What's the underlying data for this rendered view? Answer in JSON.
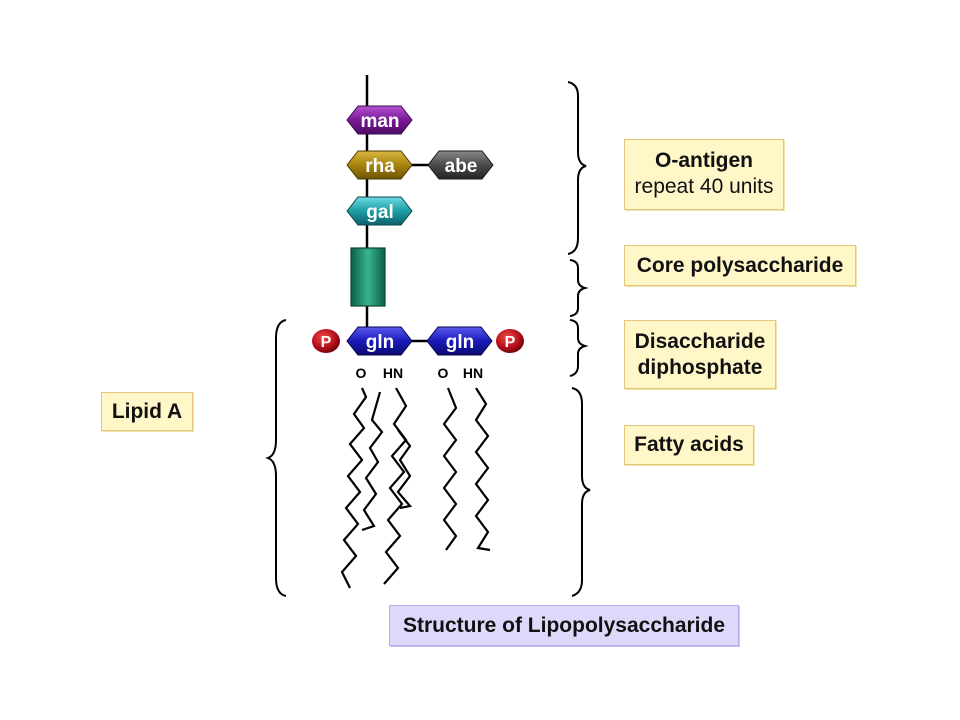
{
  "sugars": {
    "man": "man",
    "rha": "rha",
    "abe": "abe",
    "gal": "gal",
    "gln_left": "gln",
    "gln_right": "gln",
    "phosphate": "P"
  },
  "linkage_labels": {
    "o_left": "O",
    "hn_left": "HN",
    "o_right": "O",
    "hn_right": "HN"
  },
  "labels": {
    "o_antigen_title": "O-antigen",
    "o_antigen_sub": "repeat 40 units",
    "core": "Core polysaccharide",
    "disaccharide_line1": "Disaccharide",
    "disaccharide_line2": "diphosphate",
    "fatty_acids": "Fatty acids",
    "lipid_a": "Lipid A",
    "title": "Structure of Lipopolysaccharide"
  },
  "colors": {
    "man": "#7a1a96",
    "rha": "#a8840e",
    "abe": "#4a4a4a",
    "gal": "#1f9da6",
    "gln": "#1a1ab8",
    "core_block": "#1e8a6e",
    "phosphate": "#b8111c",
    "label_fill": "#fff7c8",
    "title_fill": "#e0d8fb"
  }
}
